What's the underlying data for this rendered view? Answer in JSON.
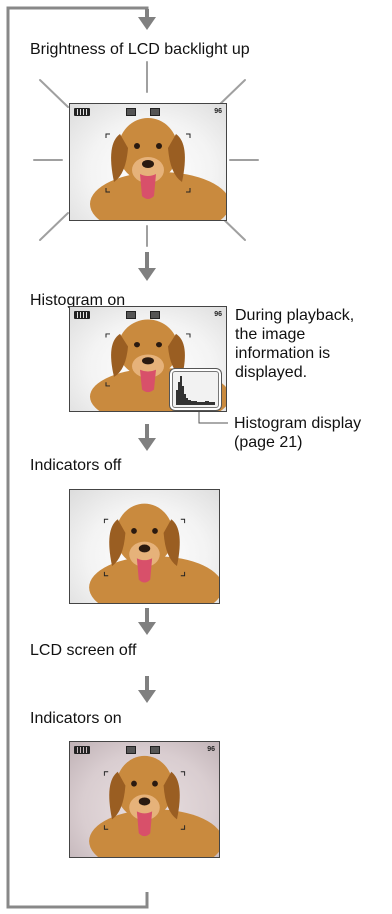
{
  "flow": {
    "step_brightness": "Brightness of LCD backlight up",
    "step_histogram": "Histogram on",
    "step_indicators_off": "Indicators off",
    "step_lcd_off": "LCD screen off",
    "step_indicators_on": "Indicators on"
  },
  "callouts": {
    "playback_note": "During playback,\nthe image\ninformation is\ndisplayed.",
    "histogram_display": "Histogram display\n(page 21)"
  },
  "screen_osd": {
    "image_count": "96"
  },
  "colors": {
    "line": "#888888",
    "ray": "#a0a0a0",
    "dog_fur": "#c98a3e",
    "dog_fur_dark": "#9a5e22",
    "tongue": "#d8506a"
  }
}
